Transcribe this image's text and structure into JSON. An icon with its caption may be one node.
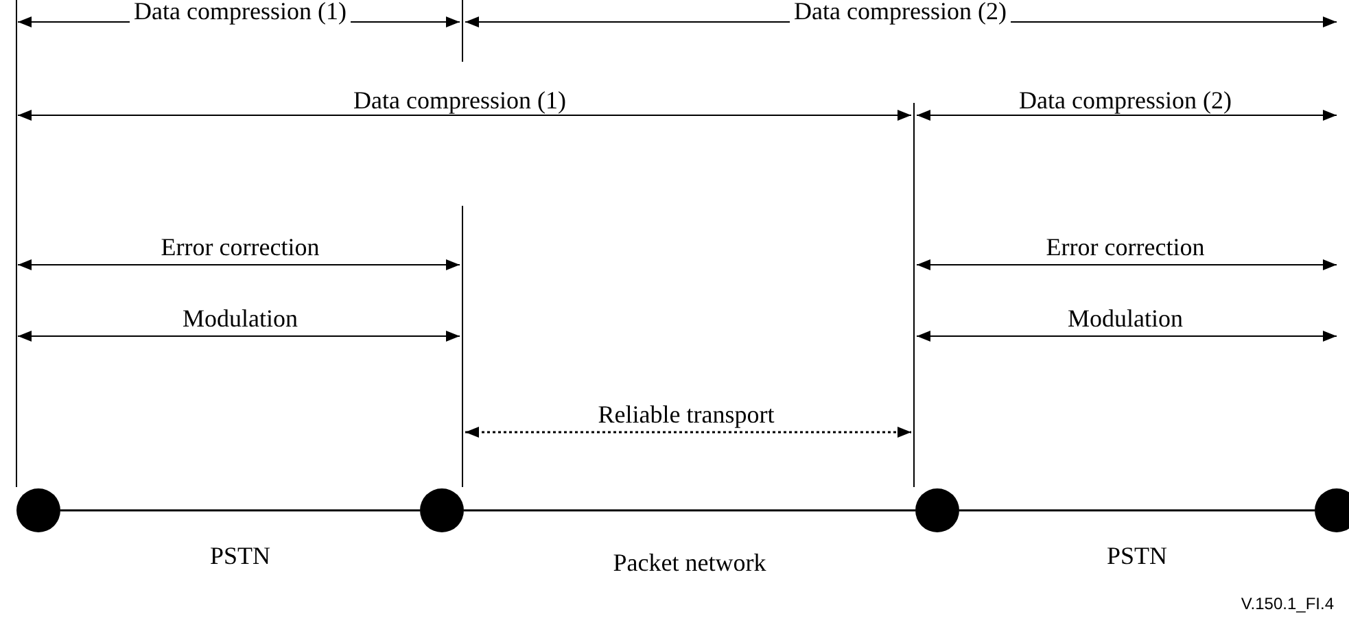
{
  "diagram": {
    "nodes": [
      {
        "text": [],
        "shape": "circle"
      },
      {
        "text": [],
        "shape": "circle"
      },
      {
        "text": [],
        "shape": "circle"
      },
      {
        "text": [],
        "shape": "circle"
      }
    ],
    "edges": [
      {
        "from": 0,
        "to": 1,
        "arrow": "none",
        "label": "PSTN"
      },
      {
        "from": 1,
        "to": 2,
        "arrow": "none",
        "label": "Packet network"
      },
      {
        "from": 2,
        "to": 3,
        "arrow": "none",
        "label": "PSTN"
      }
    ],
    "labels": [
      "Data compression (1)",
      "Data compression (2)",
      "Data compression (1)",
      "Data compression (2)",
      "Error correction",
      "Error correction",
      "Modulation",
      "Modulation",
      "Reliable transport",
      "V.150.1_FI.4"
    ]
  }
}
